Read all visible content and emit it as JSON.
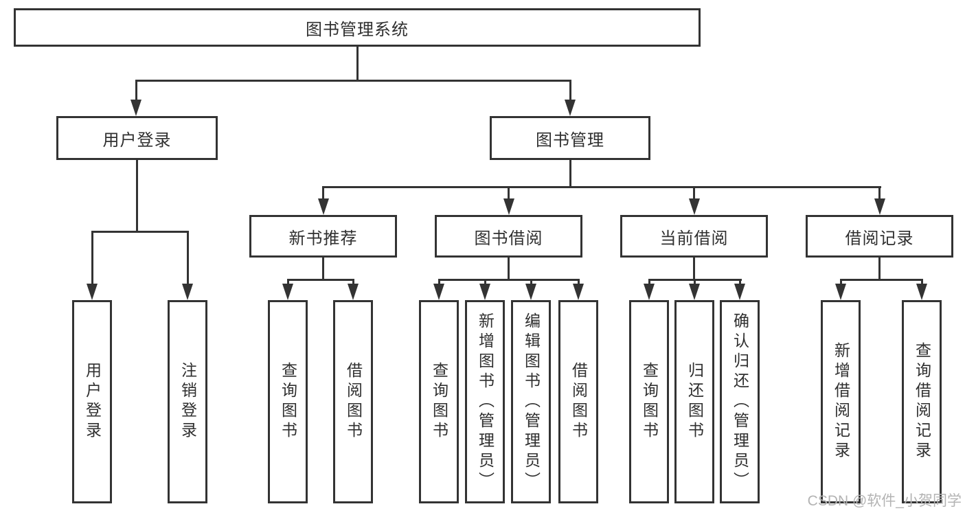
{
  "colors": {
    "background": "#ffffff",
    "box_fill": "#ffffff",
    "box_border": "#333333",
    "line": "#333333",
    "text": "#2f2f2f",
    "watermark": "#b3b3b3"
  },
  "tree": {
    "label": "图书管理系统",
    "children": [
      {
        "label": "用户登录",
        "children": [
          {
            "label": "用户登录"
          },
          {
            "label": "注销登录"
          }
        ]
      },
      {
        "label": "图书管理",
        "children": [
          {
            "label": "新书推荐",
            "children": [
              {
                "label": "查询图书"
              },
              {
                "label": "借阅图书"
              }
            ]
          },
          {
            "label": "图书借阅",
            "children": [
              {
                "label": "查询图书"
              },
              {
                "label": "新增图书（管理员）"
              },
              {
                "label": "编辑图书（管理员）"
              },
              {
                "label": "借阅图书"
              }
            ]
          },
          {
            "label": "当前借阅",
            "children": [
              {
                "label": "查询图书"
              },
              {
                "label": "归还图书"
              },
              {
                "label": "确认归还（管理员）"
              }
            ]
          },
          {
            "label": "借阅记录",
            "children": [
              {
                "label": "新增借阅记录"
              },
              {
                "label": "查询借阅记录"
              }
            ]
          }
        ]
      }
    ]
  },
  "watermark": {
    "text": "CSDN @软件_小贺同学"
  }
}
